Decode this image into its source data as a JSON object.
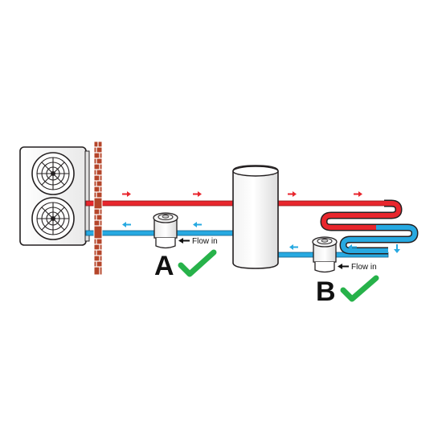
{
  "labels": {
    "flow_in_a": "Flow in",
    "flow_in_b": "Flow in",
    "letter_a": "A",
    "letter_b": "B"
  },
  "colors": {
    "hot_pipe": "#e8262d",
    "cold_pipe": "#27a9e1",
    "check_mark": "#27b24a",
    "brick": "#b5452a",
    "outline": "#231f20"
  },
  "icons": {
    "heat_pump": "outdoor-heat-pump-unit",
    "fan": "fan-icon",
    "filter": "magnetic-filter-icon",
    "check": "check-mark-icon",
    "arrow": "flow-arrow-icon"
  }
}
